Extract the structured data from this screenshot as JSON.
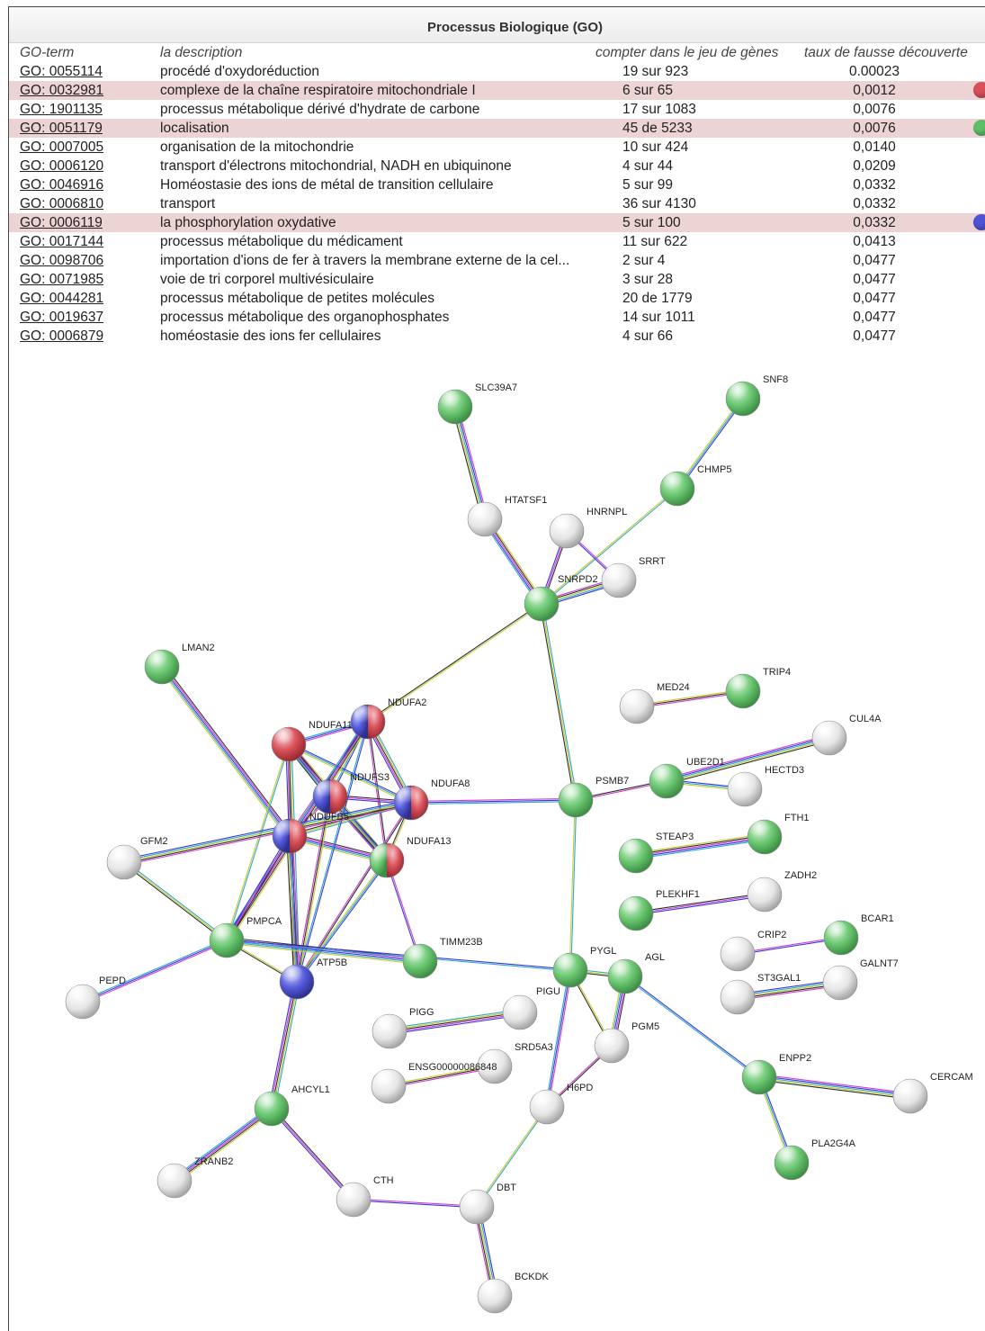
{
  "panel_title": "Processus Biologique (GO)",
  "columns": [
    "GO-term",
    "la description",
    "compter dans le jeu de gènes",
    "taux de fausse découverte"
  ],
  "colors": {
    "red": "#d9505a",
    "blue": "#4f54d6",
    "green": "#5fbf67",
    "grey": "#e2e2e2",
    "row_highlight": "#ecd3d4"
  },
  "rows": [
    {
      "term": "GO: 0055114",
      "desc": "procédé d'oxydoréduction",
      "count": "19 sur 923",
      "fdr": "0.00023",
      "highlight": false,
      "color": ""
    },
    {
      "term": "GO: 0032981",
      "desc": "complexe de la chaîne respiratoire mitochondriale I",
      "count": "6 sur 65",
      "fdr": "0,0012",
      "highlight": true,
      "color": "red"
    },
    {
      "term": "GO: 1901135",
      "desc": "processus métabolique dérivé d'hydrate de carbone",
      "count": "17 sur 1083",
      "fdr": "0,0076",
      "highlight": false,
      "color": ""
    },
    {
      "term": "GO: 0051179",
      "desc": "localisation",
      "count": "45 de 5233",
      "fdr": "0,0076",
      "highlight": true,
      "color": "green"
    },
    {
      "term": "GO: 0007005",
      "desc": "organisation de la mitochondrie",
      "count": "10 sur 424",
      "fdr": "0,0140",
      "highlight": false,
      "color": ""
    },
    {
      "term": "GO: 0006120",
      "desc": "transport d'électrons mitochondrial, NADH en ubiquinone",
      "count": "4 sur 44",
      "fdr": "0,0209",
      "highlight": false,
      "color": ""
    },
    {
      "term": "GO: 0046916",
      "desc": "Homéostasie des ions de métal de transition cellulaire",
      "count": "5 sur 99",
      "fdr": "0,0332",
      "highlight": false,
      "color": ""
    },
    {
      "term": "GO: 0006810",
      "desc": "transport",
      "count": "36 sur 4130",
      "fdr": "0,0332",
      "highlight": false,
      "color": ""
    },
    {
      "term": "GO: 0006119",
      "desc": "la phosphorylation oxydative",
      "count": "5 sur 100",
      "fdr": "0,0332",
      "highlight": true,
      "color": "blue"
    },
    {
      "term": "GO: 0017144",
      "desc": "processus métabolique du médicament",
      "count": "11 sur 622",
      "fdr": "0,0413",
      "highlight": false,
      "color": ""
    },
    {
      "term": "GO: 0098706",
      "desc": "importation d'ions de fer à travers la membrane externe de la cel...",
      "count": "2 sur 4",
      "fdr": "0,0477",
      "highlight": false,
      "color": ""
    },
    {
      "term": "GO: 0071985",
      "desc": "voie de tri corporel multivésiculaire",
      "count": "3 sur 28",
      "fdr": "0,0477",
      "highlight": false,
      "color": ""
    },
    {
      "term": "GO: 0044281",
      "desc": "processus métabolique de petites molécules",
      "count": "20 de 1779",
      "fdr": "0,0477",
      "highlight": false,
      "color": ""
    },
    {
      "term": "GO: 0019637",
      "desc": "processus métabolique des organophosphates",
      "count": "14 sur 1011",
      "fdr": "0,0477",
      "highlight": false,
      "color": ""
    },
    {
      "term": "GO: 0006879",
      "desc": "homéostasie des ions fer cellulaires",
      "count": "4 sur 66",
      "fdr": "0,0477",
      "highlight": false,
      "color": ""
    }
  ],
  "network": {
    "nodes": [
      {
        "id": "SLC39A7",
        "color": "green"
      },
      {
        "id": "SNF8",
        "color": "green"
      },
      {
        "id": "CHMP5",
        "color": "green"
      },
      {
        "id": "HTATSF1",
        "color": "grey"
      },
      {
        "id": "HNRNPL",
        "color": "grey"
      },
      {
        "id": "SRRT",
        "color": "grey"
      },
      {
        "id": "SNRPD2",
        "color": "green"
      },
      {
        "id": "LMAN2",
        "color": "green"
      },
      {
        "id": "NDUFA2",
        "color": "red+blue"
      },
      {
        "id": "NDUFA11",
        "color": "red"
      },
      {
        "id": "NDUFS3",
        "color": "red+blue"
      },
      {
        "id": "NDUFA8",
        "color": "red+blue"
      },
      {
        "id": "NDUFB5",
        "color": "red+blue"
      },
      {
        "id": "NDUFA13",
        "color": "red+green"
      },
      {
        "id": "MED24",
        "color": "grey"
      },
      {
        "id": "TRIP4",
        "color": "green"
      },
      {
        "id": "CUL4A",
        "color": "grey"
      },
      {
        "id": "PSMB7",
        "color": "green"
      },
      {
        "id": "UBE2D1",
        "color": "green"
      },
      {
        "id": "HECTD3",
        "color": "grey"
      },
      {
        "id": "GFM2",
        "color": "grey"
      },
      {
        "id": "STEAP3",
        "color": "green"
      },
      {
        "id": "FTH1",
        "color": "green"
      },
      {
        "id": "ZADH2",
        "color": "grey"
      },
      {
        "id": "PLEKHF1",
        "color": "green"
      },
      {
        "id": "PMPCA",
        "color": "green"
      },
      {
        "id": "TIMM23B",
        "color": "green"
      },
      {
        "id": "BCAR1",
        "color": "green"
      },
      {
        "id": "CRIP2",
        "color": "grey"
      },
      {
        "id": "ATP5B",
        "color": "blue"
      },
      {
        "id": "PYGL",
        "color": "green"
      },
      {
        "id": "AGL",
        "color": "green"
      },
      {
        "id": "GALNT7",
        "color": "grey"
      },
      {
        "id": "ST3GAL1",
        "color": "grey"
      },
      {
        "id": "PEPD",
        "color": "grey"
      },
      {
        "id": "PIGU",
        "color": "grey"
      },
      {
        "id": "PIGG",
        "color": "grey"
      },
      {
        "id": "PGM5",
        "color": "grey"
      },
      {
        "id": "SRD5A3",
        "color": "grey"
      },
      {
        "id": "ENSG00000086848",
        "color": "grey"
      },
      {
        "id": "ENPP2",
        "color": "green"
      },
      {
        "id": "CERCAM",
        "color": "grey"
      },
      {
        "id": "AHCYL1",
        "color": "green"
      },
      {
        "id": "H6PD",
        "color": "grey"
      },
      {
        "id": "PLA2G4A",
        "color": "green"
      },
      {
        "id": "ZRANB2",
        "color": "grey"
      },
      {
        "id": "CTH",
        "color": "grey"
      },
      {
        "id": "DBT",
        "color": "grey"
      },
      {
        "id": "BCKDK",
        "color": "grey"
      }
    ],
    "edges": [
      [
        "SLC39A7",
        "HTATSF1"
      ],
      [
        "SNF8",
        "CHMP5"
      ],
      [
        "CHMP5",
        "SNRPD2"
      ],
      [
        "HTATSF1",
        "SNRPD2"
      ],
      [
        "HNRNPL",
        "SNRPD2"
      ],
      [
        "HNRNPL",
        "SRRT"
      ],
      [
        "SRRT",
        "SNRPD2"
      ],
      [
        "SNRPD2",
        "PSMB7"
      ],
      [
        "SNRPD2",
        "NDUFA2"
      ],
      [
        "LMAN2",
        "NDUFB5"
      ],
      [
        "NDUFA2",
        "NDUFA11"
      ],
      [
        "NDUFA2",
        "NDUFS3"
      ],
      [
        "NDUFA2",
        "NDUFA8"
      ],
      [
        "NDUFA2",
        "NDUFB5"
      ],
      [
        "NDUFA2",
        "NDUFA13"
      ],
      [
        "NDUFA11",
        "NDUFS3"
      ],
      [
        "NDUFA11",
        "NDUFA8"
      ],
      [
        "NDUFA11",
        "NDUFB5"
      ],
      [
        "NDUFA11",
        "NDUFA13"
      ],
      [
        "NDUFS3",
        "NDUFA8"
      ],
      [
        "NDUFS3",
        "NDUFB5"
      ],
      [
        "NDUFS3",
        "NDUFA13"
      ],
      [
        "NDUFA8",
        "NDUFB5"
      ],
      [
        "NDUFA8",
        "NDUFA13"
      ],
      [
        "NDUFB5",
        "NDUFA13"
      ],
      [
        "NDUFA8",
        "PSMB7"
      ],
      [
        "NDUFA2",
        "ATP5B"
      ],
      [
        "NDUFA11",
        "ATP5B"
      ],
      [
        "NDUFS3",
        "ATP5B"
      ],
      [
        "NDUFA8",
        "ATP5B"
      ],
      [
        "NDUFB5",
        "ATP5B"
      ],
      [
        "NDUFA13",
        "ATP5B"
      ],
      [
        "NDUFA11",
        "PMPCA"
      ],
      [
        "NDUFA2",
        "PMPCA"
      ],
      [
        "NDUFB5",
        "PMPCA"
      ],
      [
        "NDUFA13",
        "TIMM23B"
      ],
      [
        "GFM2",
        "NDUFA8"
      ],
      [
        "GFM2",
        "PMPCA"
      ],
      [
        "PMPCA",
        "ATP5B"
      ],
      [
        "PMPCA",
        "TIMM23B"
      ],
      [
        "PMPCA",
        "PEPD"
      ],
      [
        "PMPCA",
        "PYGL"
      ],
      [
        "ATP5B",
        "AHCYL1"
      ],
      [
        "MED24",
        "TRIP4"
      ],
      [
        "PSMB7",
        "UBE2D1"
      ],
      [
        "UBE2D1",
        "CUL4A"
      ],
      [
        "UBE2D1",
        "HECTD3"
      ],
      [
        "PSMB7",
        "PYGL"
      ],
      [
        "STEAP3",
        "FTH1"
      ],
      [
        "PLEKHF1",
        "ZADH2"
      ],
      [
        "CRIP2",
        "BCAR1"
      ],
      [
        "ST3GAL1",
        "GALNT7"
      ],
      [
        "PYGL",
        "AGL"
      ],
      [
        "PYGL",
        "PGM5"
      ],
      [
        "AGL",
        "PGM5"
      ],
      [
        "PYGL",
        "H6PD"
      ],
      [
        "AGL",
        "ENPP2"
      ],
      [
        "PIGG",
        "PIGU"
      ],
      [
        "ENSG00000086848",
        "SRD5A3"
      ],
      [
        "PGM5",
        "H6PD"
      ],
      [
        "ENPP2",
        "CERCAM"
      ],
      [
        "ENPP2",
        "PLA2G4A"
      ],
      [
        "H6PD",
        "DBT"
      ],
      [
        "AHCYL1",
        "ZRANB2"
      ],
      [
        "AHCYL1",
        "CTH"
      ],
      [
        "CTH",
        "DBT"
      ],
      [
        "DBT",
        "BCKDK"
      ]
    ]
  }
}
